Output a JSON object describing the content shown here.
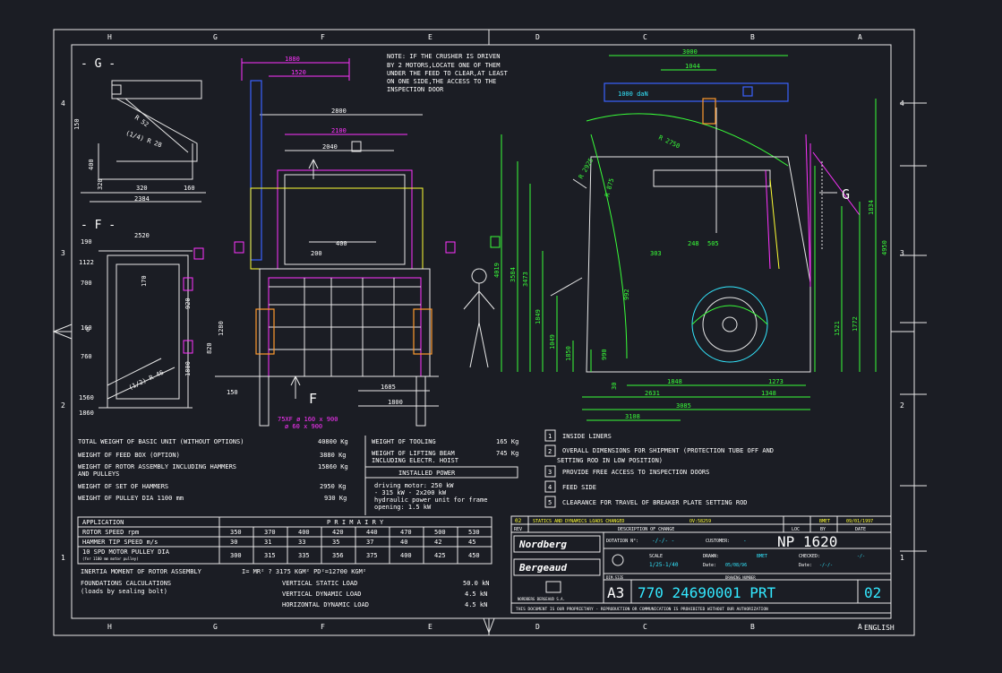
{
  "border": {
    "top_letters": [
      "H",
      "G",
      "F",
      "E",
      "D",
      "C",
      "B",
      "A"
    ],
    "side_numbers": [
      "4",
      "3",
      "2",
      "1"
    ]
  },
  "view_g": {
    "label": "- G -",
    "dims": [
      "150",
      "400",
      "320",
      "320",
      "2384",
      "160",
      "R 52",
      "(1/4) R 28"
    ]
  },
  "view_f": {
    "label": "- F -",
    "dims": [
      "190",
      "2520",
      "1122",
      "700",
      "0",
      "160",
      "760",
      "1560",
      "1860",
      "170",
      "920",
      "1800",
      "(1/2) R 46"
    ]
  },
  "front_view": {
    "dims": [
      "1880",
      "1520",
      "2800",
      "2100",
      "2040",
      "400",
      "200",
      "1280",
      "820",
      "150",
      "1685",
      "1800",
      "75XF ø 160 x 900",
      "ø 60 x 900"
    ],
    "arrow_label": "F"
  },
  "note": {
    "lines": [
      "NOTE: IF THE CRUSHER IS DRIVEN",
      "BY 2 MOTORS,LOCATE ONE OF THEM",
      "UNDER THE FEED TO CLEAR,AT LEAST",
      "ON ONE SIDE,THE ACCESS TO THE",
      "INSPECTION DOOR"
    ]
  },
  "side_view": {
    "dims": [
      "3000",
      "1044",
      "4019",
      "3584",
      "3473",
      "1849",
      "1049",
      "1850",
      "1772",
      "1521",
      "1834",
      "4950",
      "303",
      "248",
      "505",
      "992",
      "990",
      "30",
      "1848",
      "1273",
      "2631",
      "1348",
      "3085",
      "3108"
    ],
    "hoist": "1000 daN",
    "arrow_label": "G",
    "radii": [
      "R 2925",
      "R 875",
      "R 2750"
    ]
  },
  "weights": {
    "rows": [
      {
        "label": "TOTAL WEIGHT OF BASIC UNIT (WITHOUT OPTIONS)",
        "value": "40800 Kg"
      },
      {
        "label": "WEIGHT OF FEED BOX (OPTION)",
        "value": "3880 Kg"
      },
      {
        "label": "WEIGHT OF ROTOR ASSEMBLY INCLUDING HAMMERS",
        "label2": "AND PULLEYS",
        "value": "15860 Kg"
      },
      {
        "label": "WEIGHT OF SET OF HAMMERS",
        "value": "2950 Kg"
      },
      {
        "label": "WEIGHT OF PULLEY DIA 1100 mm",
        "value": "930 Kg"
      }
    ],
    "tooling": {
      "label": "WEIGHT OF TOOLING",
      "value": "165 Kg"
    },
    "beam": {
      "label": "WEIGHT OF LIFTING BEAM",
      "label2": "INCLUDING ELECTR. HOIST",
      "value": "745 Kg"
    },
    "power_title": "INSTALLED POWER",
    "power_lines": [
      "driving motor: 250 kW",
      "- 315 kW - 2x200 kW",
      "hydraulic power unit for frame",
      "opening: 1.5 kW"
    ]
  },
  "legend": [
    {
      "num": "1",
      "text": "INSIDE LINERS"
    },
    {
      "num": "2",
      "text": "OVERALL DIMENSIONS FOR SHIPMENT (PROTECTION TUBE OFF AND",
      "text2": "SETTING ROD IN LOW POSITION)"
    },
    {
      "num": "3",
      "text": "PROVIDE FREE ACCESS TO INSPECTION DOORS"
    },
    {
      "num": "4",
      "text": "FEED SIDE"
    },
    {
      "num": "5",
      "text": "CLEARANCE FOR TRAVEL OF BREAKER PLATE SETTING ROD"
    }
  ],
  "perf_table": {
    "application": "APPLICATION",
    "primary": "P R I M A I R Y",
    "rows": [
      {
        "label": "ROTOR SPEED rpm",
        "values": [
          "350",
          "370",
          "400",
          "420",
          "440",
          "470",
          "500",
          "530"
        ]
      },
      {
        "label": "HAMMER TIP SPEED m/s",
        "values": [
          "30",
          "31",
          "33",
          "35",
          "37",
          "40",
          "42",
          "45"
        ]
      },
      {
        "label": "10 SPD MOTOR PULLEY DIA",
        "sub": "(for 1100 mm motor pulley)",
        "values": [
          "300",
          "315",
          "335",
          "356",
          "375",
          "400",
          "425",
          "450"
        ]
      }
    ],
    "inertia": "INERTIA MOMENT OF ROTOR ASSEMBLY",
    "inertia_values": "I= MR² ? 3175 KGM²     PD²=12700 KGM²",
    "foundations": "FOUNDATIONS CALCULATIONS",
    "foundations2": "(loads by sealing bolt)",
    "loads": [
      {
        "label": "VERTICAL STATIC LOAD",
        "value": "50.0 kN"
      },
      {
        "label": "VERTICAL DYNAMIC LOAD",
        "value": "4.5 kN"
      },
      {
        "label": "HORIZONTAL DYNAMIC LOAD",
        "value": "4.5 kN"
      }
    ]
  },
  "title_block": {
    "rev_row": {
      "rev": "02",
      "desc": "STATICS AND DYNAMICS LOADS CHANGED",
      "ref": "OV:58259",
      "by": "BMET",
      "date": "09/01/1997"
    },
    "headers": {
      "rev": "REV",
      "desc": "DESCRIPTION OF CHANGE",
      "loc": "LOC",
      "by": "BY",
      "date": "DATE"
    },
    "brand1": "Nordberg",
    "brand2": "Bergeaud",
    "company": "NORDBERG BERGEAUD S.A.",
    "dotation": "DOTATION N°:",
    "dotation_val": "-/-/- -",
    "customer": "CUSTOMER:",
    "customer_val": "-",
    "model": "NP 1620",
    "scale_label": "SCALE",
    "scale": "1/25-1/40",
    "drawn": "DRAWN:",
    "drawn_by": "BMET",
    "checked": "CHECKED:",
    "checked_val": "-/-",
    "date_label": "Date:",
    "date1": "05/08/96",
    "date2": "-/-/-",
    "size_label": "DIM.SIZE",
    "drawing_label": "DRAWING NUMBER",
    "size": "A3",
    "number": "770 24690001 PRT",
    "sheet": "02",
    "footer": "THIS DOCUMENT IS OUR PROPRIETARY - REPRODUCTION OR COMMUNICATION IS PROHIBITED WITHOUT OUR AUTHORIZATION"
  },
  "language": "ENGLISH"
}
